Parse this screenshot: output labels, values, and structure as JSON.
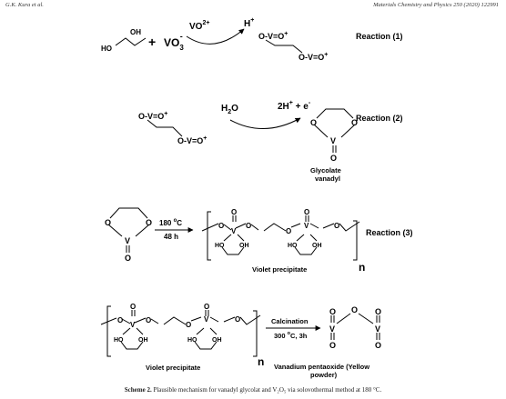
{
  "header": {
    "left": "G.K. Kura et al.",
    "right": "Materials Chemistry and Physics 250 (2020) 122991"
  },
  "reaction1": {
    "label": "Reaction (1)",
    "oh_top": "OH",
    "ho_left": "HO",
    "plus": "+",
    "vo3": "VO",
    "vo3_sub": "3",
    "vo3_sup": "-",
    "vo2": "VO",
    "vo2_sup": "2+",
    "h": "H",
    "h_sup": "+",
    "prod_top": "O-V=O",
    "prod_top_sup": "+",
    "prod_bot": "O-V=O",
    "prod_bot_sup": "+"
  },
  "reaction2": {
    "label": "Reaction (2)",
    "react_top": "O-V=O",
    "react_top_sup": "+",
    "react_bot": "O-V=O",
    "react_bot_sup": "+",
    "h2o": "H",
    "h2o_sub": "2",
    "h2o_o": "O",
    "byproduct": "2H",
    "byproduct_sup": "+",
    "byproduct_rest": " + e",
    "byproduct_sup2": "-",
    "ring_o1": "O",
    "ring_o2": "O",
    "ring_v": "V",
    "ring_o3": "O",
    "product_name_line1": "Glycolate",
    "product_name_line2": "vanadyl"
  },
  "reaction3": {
    "label": "Reaction (3)",
    "ring_o1": "O",
    "ring_o2": "O",
    "ring_v": "V",
    "ring_o3": "O",
    "cond_temp": "180 ",
    "cond_temp_sup": "o",
    "cond_temp_unit": "C",
    "cond_time": "48 h",
    "n": "n",
    "atoms": {
      "o1": "O",
      "v1": "V",
      "o_dbl1": "O",
      "o2": "O",
      "o3": "O",
      "v2": "V",
      "o_dbl2": "O",
      "o4": "O",
      "ho1": "HO",
      "oh1": "OH",
      "ho2": "HO",
      "oh2": "OH"
    },
    "product_name": "Violet precipitate"
  },
  "reaction4": {
    "atoms": {
      "o1": "O",
      "v1": "V",
      "o_dbl1": "O",
      "o2": "O",
      "o3": "O",
      "v2": "V",
      "o_dbl2": "O",
      "o4": "O",
      "ho1": "HO",
      "oh1": "OH",
      "ho2": "HO",
      "oh2": "OH"
    },
    "n": "n",
    "reactant_name": "Violet precipitate",
    "cond1": "Calcination",
    "cond2_pre": "300 ",
    "cond2_sup": "o",
    "cond2_post": "C, 3h",
    "v2o5": {
      "o_top1": "O",
      "o_top2": "O",
      "o_mid": "O",
      "v1": "V",
      "v2": "V",
      "o_bot1": "O",
      "o_bot2": "O"
    },
    "product_name_line1": "Vanadium pentaoxide  (Yellow",
    "product_name_line2": "powder)"
  },
  "caption": {
    "label": "Scheme 2.",
    "text": " Plausible mechanism for vanadyl glycolat and V₂O₅ via solovothermal method at 180 °C."
  }
}
